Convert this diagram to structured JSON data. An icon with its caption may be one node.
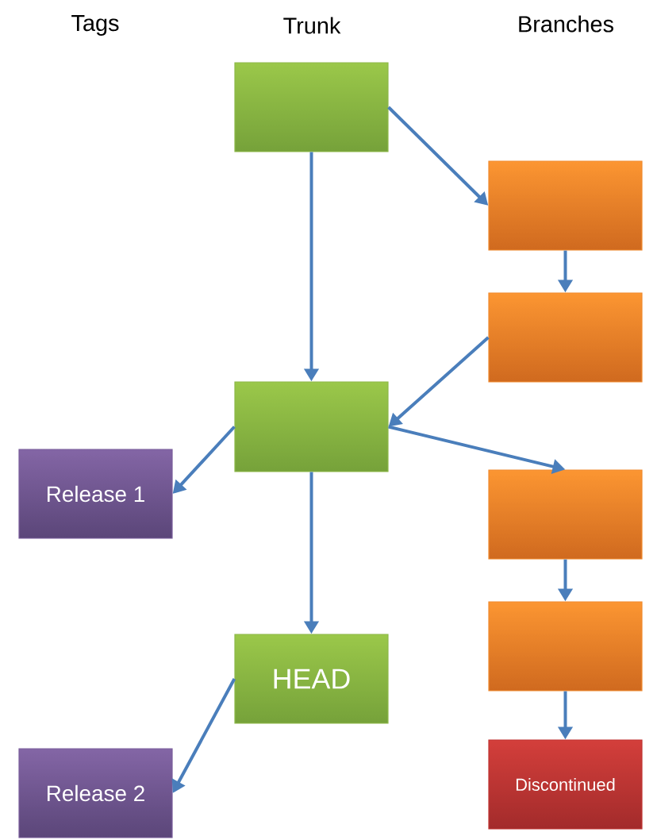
{
  "diagram": {
    "nodes": [
      {
        "text": [],
        "shape": "box"
      },
      {
        "text": [],
        "shape": "box"
      },
      {
        "text": [],
        "shape": "box"
      },
      {
        "text": [],
        "shape": "box"
      },
      {
        "text": [
          "Release 1"
        ]
      },
      {
        "text": [],
        "shape": "box"
      },
      {
        "text": [],
        "shape": "box"
      },
      {
        "text": [
          "HEAD"
        ]
      },
      {
        "text": [
          "Release 2"
        ]
      },
      {
        "text": [
          "Discontinued"
        ]
      }
    ],
    "edges": [
      {
        "from": 0,
        "to": 1,
        "arrow": "to"
      },
      {
        "from": 0,
        "to": 3,
        "arrow": "to"
      },
      {
        "from": 1,
        "to": 2,
        "arrow": "to"
      },
      {
        "from": 2,
        "to": 3,
        "arrow": "to"
      },
      {
        "from": 3,
        "to": 4,
        "arrow": "to"
      },
      {
        "from": 3,
        "to": 5,
        "arrow": "to"
      },
      {
        "from": 3,
        "to": 7,
        "arrow": "to"
      },
      {
        "from": 5,
        "to": 6,
        "arrow": "to"
      },
      {
        "from": 6,
        "to": 9,
        "arrow": "to"
      },
      {
        "from": 7,
        "to": 8,
        "arrow": "to"
      }
    ],
    "labels": [
      "Tags",
      "Trunk",
      "Branches"
    ]
  }
}
